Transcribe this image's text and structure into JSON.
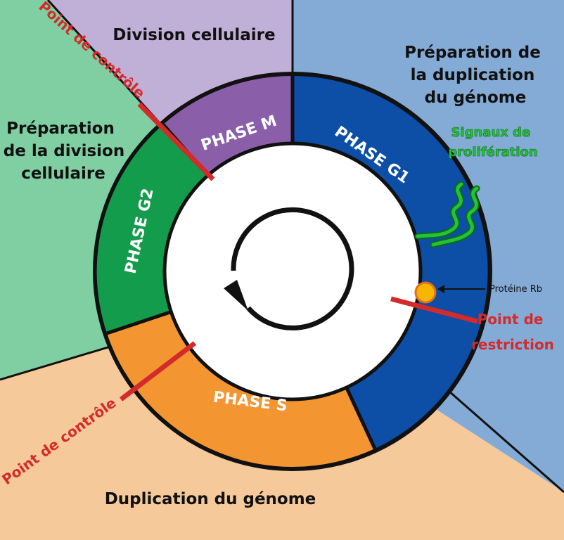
{
  "regions": {
    "top": "Division cellulaire",
    "right": [
      "Préparation de",
      "la duplication",
      "du génome"
    ],
    "left": [
      "Préparation",
      "de la division",
      "cellulaire"
    ],
    "bottom": "Duplication du génome"
  },
  "phases": {
    "m": "PHASE M",
    "g1": "PHASE G1",
    "g2": "PHASE G2",
    "s": "PHASE S"
  },
  "checkpoints": {
    "top_left": "Point de contrôle",
    "bottom_left": "Point de contrôle",
    "restriction": [
      "Point de",
      "restriction"
    ]
  },
  "signals": [
    "Signaux de",
    "prolifération"
  ],
  "protein": "Protéine Rb",
  "colors": {
    "division_bg": "#c0afd6",
    "prep_dup_bg": "#84aad6",
    "prep_div_bg": "#80cfa2",
    "dup_bg": "#f6c99b",
    "phase_m": "#8a5ea9",
    "phase_g1": "#0d4ea6",
    "phase_g2": "#139c4b",
    "phase_s": "#f39632",
    "checkpoint": "#d32b2b",
    "signal_wave": "#22c23a",
    "protein": "#f7b500"
  },
  "icons": [
    "cycle-arrow-icon",
    "signal-wave-icon",
    "arrow-left-icon"
  ]
}
